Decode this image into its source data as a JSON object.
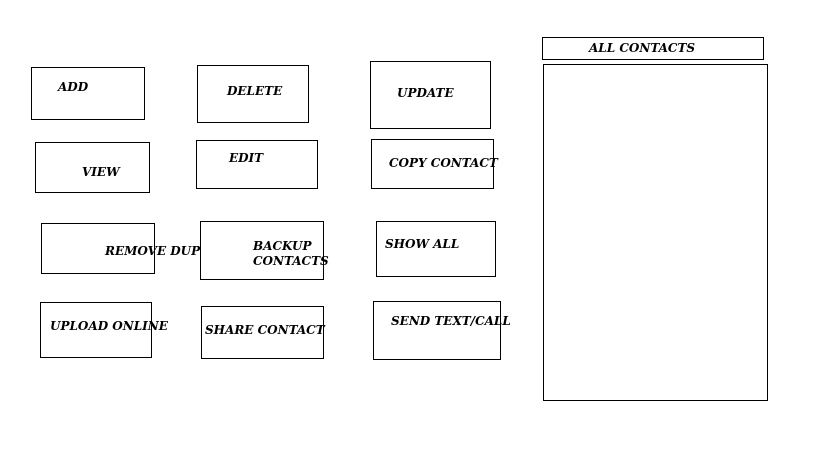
{
  "buttons": {
    "add": "ADD",
    "delete": "DELETE",
    "update": "UPDATE",
    "view": "VIEW",
    "edit": "EDIT",
    "copy_contact": "COPY CONTACT",
    "remove_dups": "REMOVE DUPS",
    "backup_contacts": "BACKUP\nCONTACTS",
    "show_all": "SHOW ALL",
    "upload_online": "UPLOAD ONLINE",
    "share_contact": "SHARE CONTACT",
    "send_text_call": "SEND TEXT/CALL"
  },
  "contacts_panel": {
    "title": "ALL CONTACTS",
    "items": []
  },
  "colors": {
    "border": "#000000",
    "background": "#ffffff",
    "text": "#000000"
  }
}
